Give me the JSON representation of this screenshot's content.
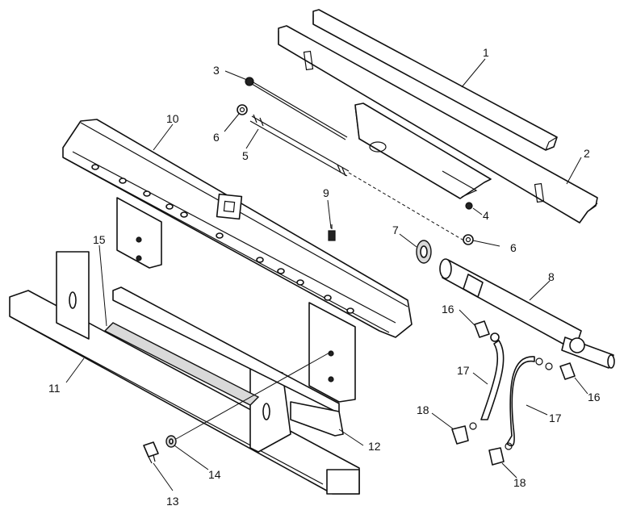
{
  "callouts": [
    {
      "id": "c1",
      "text": "1"
    },
    {
      "id": "c2",
      "text": "2"
    },
    {
      "id": "c3",
      "text": "3"
    },
    {
      "id": "c4",
      "text": "4"
    },
    {
      "id": "c5",
      "text": "5"
    },
    {
      "id": "c6a",
      "text": "6"
    },
    {
      "id": "c6b",
      "text": "6"
    },
    {
      "id": "c7",
      "text": "7"
    },
    {
      "id": "c8",
      "text": "8"
    },
    {
      "id": "c9",
      "text": "9"
    },
    {
      "id": "c10",
      "text": "10"
    },
    {
      "id": "c11",
      "text": "11"
    },
    {
      "id": "c12",
      "text": "12"
    },
    {
      "id": "c13",
      "text": "13"
    },
    {
      "id": "c14",
      "text": "14"
    },
    {
      "id": "c15",
      "text": "15"
    },
    {
      "id": "c16a",
      "text": "16"
    },
    {
      "id": "c16b",
      "text": "16"
    },
    {
      "id": "c17a",
      "text": "17"
    },
    {
      "id": "c17b",
      "text": "17"
    },
    {
      "id": "c18a",
      "text": "18"
    },
    {
      "id": "c18b",
      "text": "18"
    }
  ]
}
